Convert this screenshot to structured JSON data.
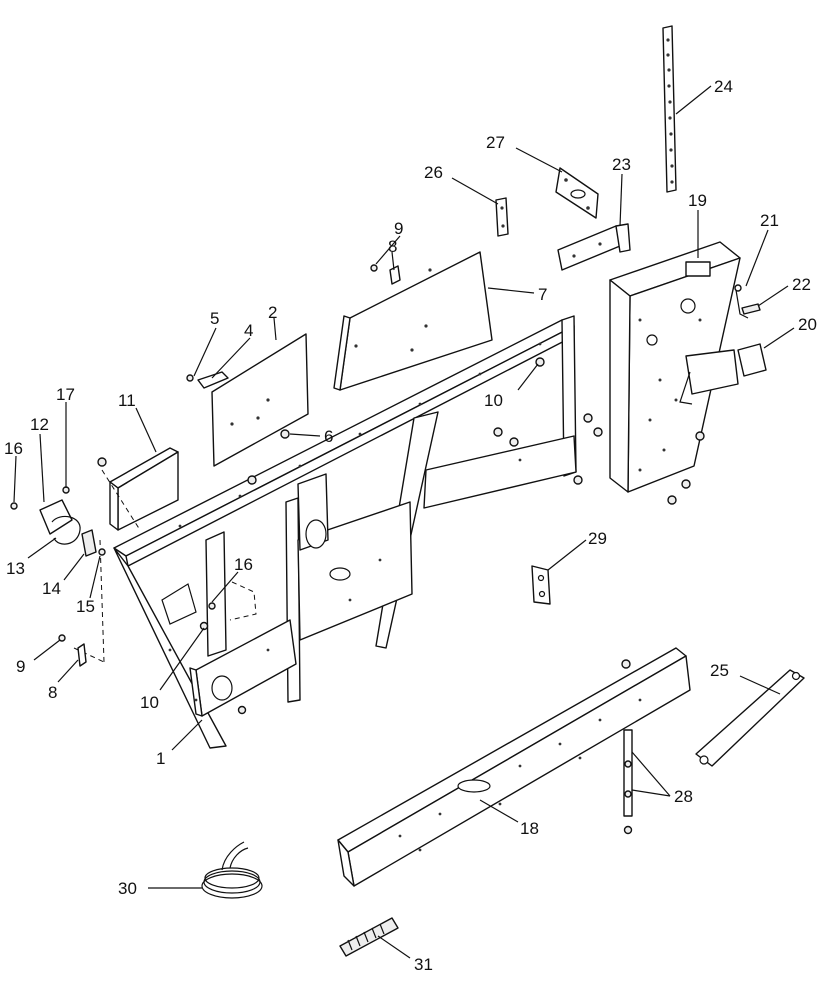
{
  "callouts": {
    "c1": "1",
    "c2": "2",
    "c4": "4",
    "c5": "5",
    "c6": "6",
    "c7": "7",
    "c8a": "8",
    "c8b": "8",
    "c9a": "9",
    "c9b": "9",
    "c10a": "10",
    "c10b": "10",
    "c11": "11",
    "c12": "12",
    "c13": "13",
    "c14": "14",
    "c15": "15",
    "c16a": "16",
    "c16b": "16",
    "c17": "17",
    "c18": "18",
    "c19": "19",
    "c20": "20",
    "c21": "21",
    "c22": "22",
    "c23": "23",
    "c24": "24",
    "c25": "25",
    "c26": "26",
    "c27": "27",
    "c28": "28",
    "c29": "29",
    "c30": "30",
    "c31": "31"
  },
  "colors": {
    "ink": "#111111",
    "paper": "#ffffff"
  }
}
